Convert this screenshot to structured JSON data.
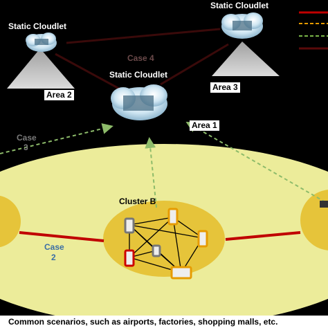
{
  "cloudlets": {
    "left_label": "Static Cloudlet",
    "center_label": "Static Cloudlet",
    "right_label": "Static Cloudlet"
  },
  "areas": {
    "area1": "Area 1",
    "area2": "Area 2",
    "area3": "Area 3"
  },
  "cases": {
    "case4": "Case 4",
    "case3_line1": "Case",
    "case3_line2": "3",
    "case2_line1": "Case",
    "case2_line2": "2"
  },
  "cluster": {
    "label": "Cluster B"
  },
  "caption": "Common scenarios, such as airports, factories, shopping malls, etc.",
  "legend": {
    "colors": [
      "#c00000",
      "#e69b00",
      "#7ab648",
      "#c00000"
    ]
  },
  "colors": {
    "background": "#000000",
    "field": "#ecec9a",
    "cluster": "#e6c43a",
    "mobile_red": "#cc0000",
    "mobile_orange": "#e69b00",
    "mobile_gray": "#777777",
    "arrow_green": "#8dbb6a",
    "link_red": "#c00000"
  }
}
